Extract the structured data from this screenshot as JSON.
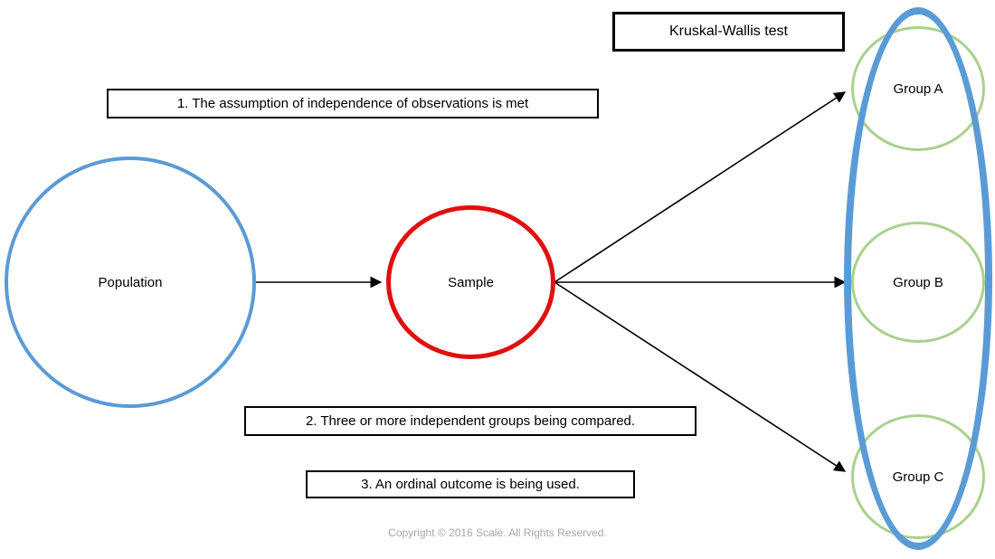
{
  "title_box": {
    "label": "Kruskal-Wallis test"
  },
  "assumptions": [
    {
      "label": "1. The assumption of independence of observations is met"
    },
    {
      "label": "2. Three or more independent groups being compared."
    },
    {
      "label": "3. An ordinal outcome is being used."
    }
  ],
  "nodes": {
    "population": "Population",
    "sample": "Sample",
    "group_a": "Group A",
    "group_b": "Group B",
    "group_c": "Group C"
  },
  "footer": {
    "copyright": "Copyright © 2016 Scalë. All Rights Reserved."
  },
  "colors": {
    "population_blue": "#5b9bd5",
    "sample_red": "#e01010",
    "group_green": "#a9d18e",
    "ellipse_blue": "#5b9bd5",
    "arrow_black": "#000000"
  }
}
